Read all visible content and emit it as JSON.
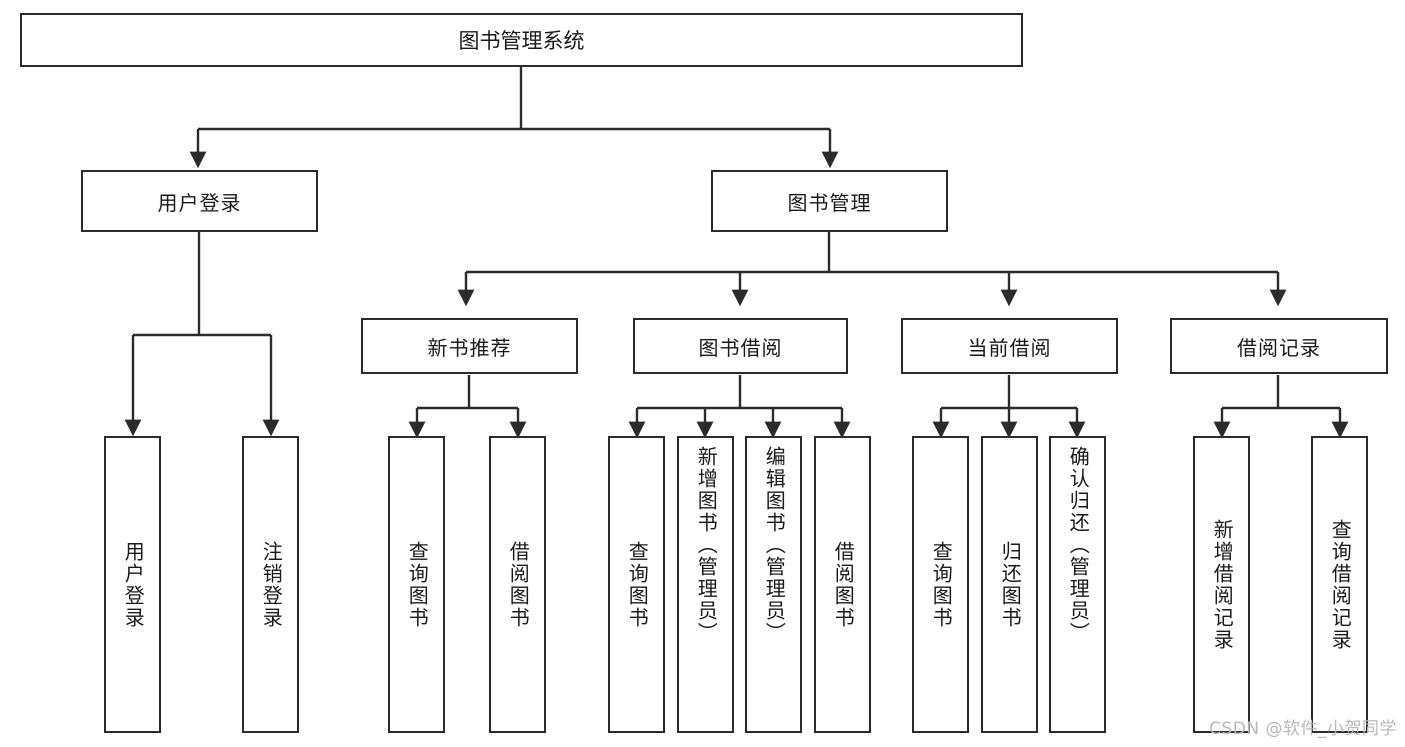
{
  "diagram": {
    "type": "tree",
    "title": "图书管理系统",
    "root": {
      "label": "图书管理系统"
    },
    "level2": [
      {
        "label": "用户登录"
      },
      {
        "label": "图书管理"
      }
    ],
    "level3": [
      {
        "label": "新书推荐"
      },
      {
        "label": "图书借阅"
      },
      {
        "label": "当前借阅"
      },
      {
        "label": "借阅记录"
      }
    ],
    "leaves": {
      "user_login": [
        {
          "label": "用户登录"
        },
        {
          "label": "注销登录"
        }
      ],
      "new_book": [
        {
          "label": "查询图书"
        },
        {
          "label": "借阅图书"
        }
      ],
      "book_borrow": [
        {
          "label": "查询图书"
        },
        {
          "label": "新增图书（管理员）"
        },
        {
          "label": "编辑图书（管理员）"
        },
        {
          "label": "借阅图书"
        }
      ],
      "current_borrow": [
        {
          "label": "查询图书"
        },
        {
          "label": "归还图书"
        },
        {
          "label": "确认归还（管理员）"
        }
      ],
      "borrow_record": [
        {
          "label": "新增借阅记录"
        },
        {
          "label": "查询借阅记录"
        }
      ]
    },
    "watermark": "CSDN @软件_小贺同学",
    "colors": {
      "stroke": "#2b2b2b",
      "fill": "#ffffff",
      "text": "#1a1a1a",
      "watermark": "#b9b9b9"
    }
  }
}
